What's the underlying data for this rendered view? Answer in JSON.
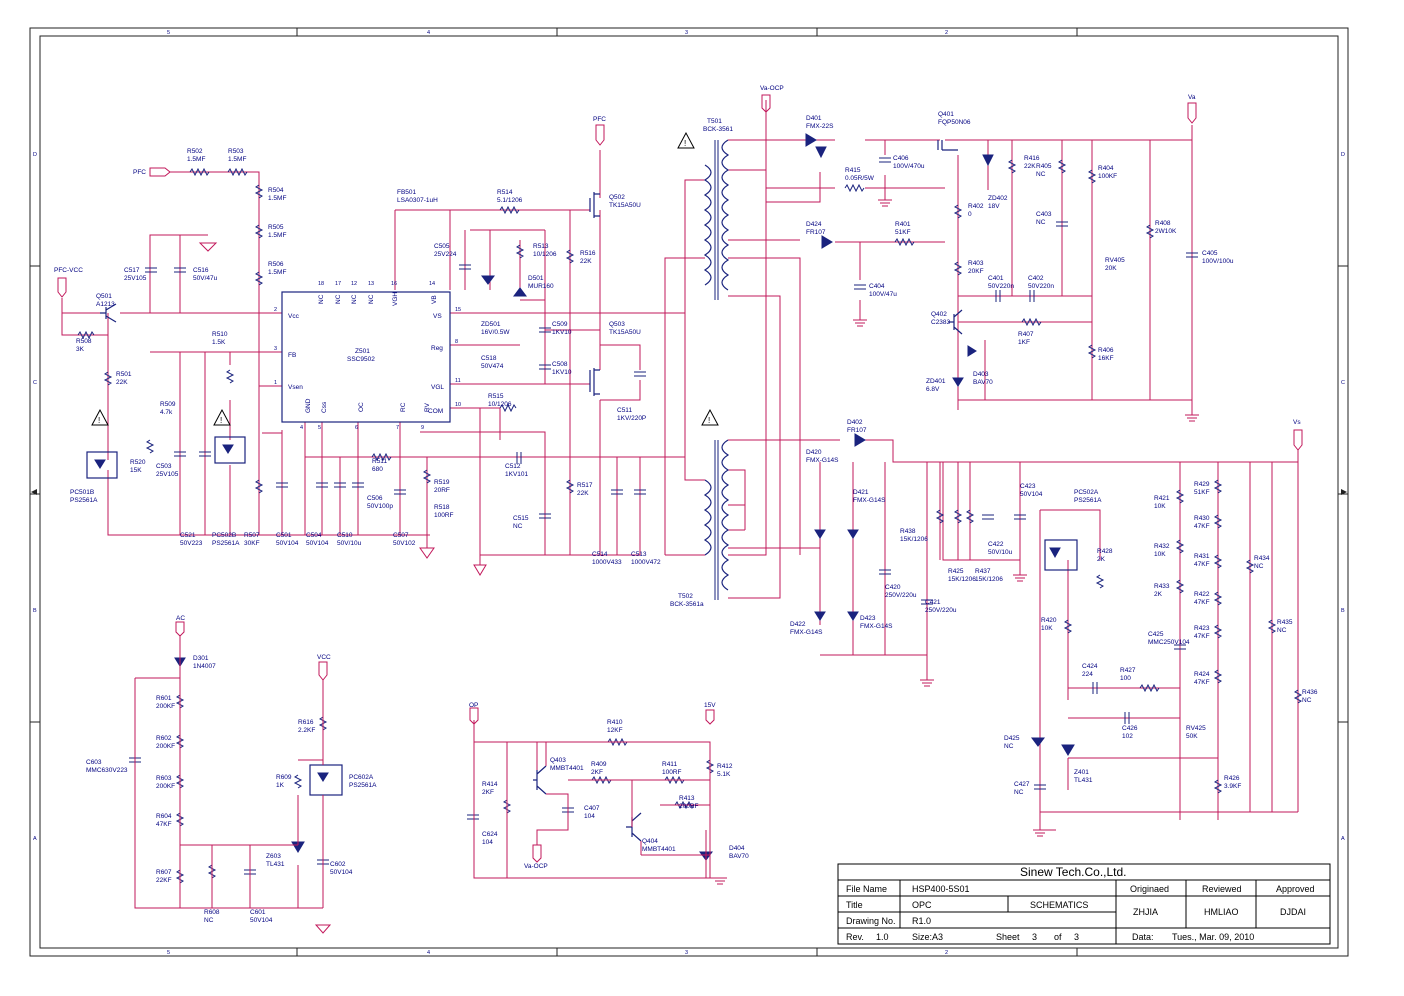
{
  "frame": {
    "zones_top": [
      "5",
      "4",
      "3",
      "2"
    ],
    "zones_bottom": [
      "5",
      "4",
      "3",
      "2"
    ],
    "zones_left": [
      "D",
      "C",
      "B",
      "A"
    ],
    "zones_right": [
      "D",
      "C",
      "B",
      "A"
    ]
  },
  "nets": {
    "pfc": "PFC",
    "pfc_vcc": "PFC-VCC",
    "va_ocp": "Va-OCP",
    "va": "Va",
    "vs": "Vs",
    "ac": "AC",
    "vcc": "VCC",
    "op": "OP",
    "v15": "15V",
    "va_ocp2": "Va-OCP"
  },
  "ic": {
    "ref": "Z501",
    "part": "SSC9502",
    "pins_left": [
      "Vcc",
      "FB",
      "Vsen"
    ],
    "pins_left_num": [
      "2",
      "3",
      "1"
    ],
    "pins_top": [
      "NC",
      "NC",
      "NC",
      "NC",
      "VGH",
      "VB"
    ],
    "pins_top_num": [
      "18",
      "17",
      "12",
      "13",
      "16",
      "14"
    ],
    "pins_right": [
      "VS",
      "Reg",
      "VGL",
      "COM"
    ],
    "pins_right_num": [
      "15",
      "8",
      "11",
      "10"
    ],
    "pins_bottom": [
      "GND",
      "Css",
      "OC",
      "RC",
      "RV"
    ],
    "pins_bottom_num": [
      "4",
      "5",
      "6",
      "7",
      "9"
    ]
  },
  "parts": [
    {
      "ref": "R502",
      "val": "1.5MF"
    },
    {
      "ref": "R503",
      "val": "1.5MF"
    },
    {
      "ref": "R504",
      "val": "1.5MF"
    },
    {
      "ref": "R505",
      "val": "1.5MF"
    },
    {
      "ref": "R506",
      "val": "1.5MF"
    },
    {
      "ref": "C517",
      "val": "25V105"
    },
    {
      "ref": "C516",
      "val": "50V/47u"
    },
    {
      "ref": "Q501",
      "val": "A1213"
    },
    {
      "ref": "R508",
      "val": "3K"
    },
    {
      "ref": "R501",
      "val": "22K"
    },
    {
      "ref": "R510",
      "val": "1.5K"
    },
    {
      "ref": "R509",
      "val": "4.7k"
    },
    {
      "ref": "PC501B",
      "val": "PS2561A"
    },
    {
      "ref": "R520",
      "val": "15K"
    },
    {
      "ref": "C503",
      "val": "25V105"
    },
    {
      "ref": "C521",
      "val": "50V223"
    },
    {
      "ref": "PC502B",
      "val": "PS2561A"
    },
    {
      "ref": "R507",
      "val": "30KF"
    },
    {
      "ref": "C501",
      "val": "50V104"
    },
    {
      "ref": "C504",
      "val": "50V104"
    },
    {
      "ref": "C510",
      "val": "50V/10u"
    },
    {
      "ref": "C507",
      "val": "50V102"
    },
    {
      "ref": "R511",
      "val": "680"
    },
    {
      "ref": "C506",
      "val": "50V100p"
    },
    {
      "ref": "R519",
      "val": "20RF"
    },
    {
      "ref": "R518",
      "val": "100RF"
    },
    {
      "ref": "FB501",
      "val": "LSA0307-1uH"
    },
    {
      "ref": "R514",
      "val": "5.1/1206"
    },
    {
      "ref": "C505",
      "val": "25V224"
    },
    {
      "ref": "R513",
      "val": "10/1206"
    },
    {
      "ref": "D501",
      "val": "MUR160"
    },
    {
      "ref": "ZD501",
      "val": "16V/0.5W"
    },
    {
      "ref": "C509",
      "val": "1KV10"
    },
    {
      "ref": "C518",
      "val": "50V474"
    },
    {
      "ref": "C508",
      "val": "1KV10"
    },
    {
      "ref": "R515",
      "val": "10/1206"
    },
    {
      "ref": "R516",
      "val": "22K"
    },
    {
      "ref": "Q502",
      "val": "TK15A50U"
    },
    {
      "ref": "Q503",
      "val": "TK15A50U"
    },
    {
      "ref": "C511",
      "val": "1KV/220P"
    },
    {
      "ref": "C512",
      "val": "1KV101"
    },
    {
      "ref": "R517",
      "val": "22K"
    },
    {
      "ref": "C515",
      "val": "NC"
    },
    {
      "ref": "C514",
      "val": "1000V433"
    },
    {
      "ref": "C513",
      "val": "1000V472"
    },
    {
      "ref": "T501",
      "val": "BCK-3561"
    },
    {
      "ref": "T502",
      "val": "BCK-3561a"
    },
    {
      "ref": "D401",
      "val": "FMX-22S"
    },
    {
      "ref": "R415",
      "val": "0.05R/5W"
    },
    {
      "ref": "C406",
      "val": "100V/470u"
    },
    {
      "ref": "D424",
      "val": "FR107"
    },
    {
      "ref": "R401",
      "val": "51KF"
    },
    {
      "ref": "C404",
      "val": "100V/47u"
    },
    {
      "ref": "Q401",
      "val": "FQP50N06"
    },
    {
      "ref": "ZD402",
      "val": "18V"
    },
    {
      "ref": "R402",
      "val": "0"
    },
    {
      "ref": "R416",
      "val": "22K"
    },
    {
      "ref": "R405",
      "val": "NC"
    },
    {
      "ref": "R404",
      "val": "100KF"
    },
    {
      "ref": "C403",
      "val": "NC"
    },
    {
      "ref": "RV405",
      "val": "20K"
    },
    {
      "ref": "R408",
      "val": "2W10K"
    },
    {
      "ref": "C405",
      "val": "100V/100u"
    },
    {
      "ref": "R403",
      "val": "20KF"
    },
    {
      "ref": "C401",
      "val": "50V220n"
    },
    {
      "ref": "C402",
      "val": "50V220n"
    },
    {
      "ref": "Q402",
      "val": "C2383"
    },
    {
      "ref": "R407",
      "val": "1KF"
    },
    {
      "ref": "R406",
      "val": "16KF"
    },
    {
      "ref": "D403",
      "val": "BAV70"
    },
    {
      "ref": "ZD401",
      "val": "6.8V"
    },
    {
      "ref": "D402",
      "val": "FR107"
    },
    {
      "ref": "D420",
      "val": "FMX-G14S"
    },
    {
      "ref": "D421",
      "val": "FMX-G14S"
    },
    {
      "ref": "D422",
      "val": "FMX-G14S"
    },
    {
      "ref": "D423",
      "val": "FMX-G14S"
    },
    {
      "ref": "R438",
      "val": "15K/1206"
    },
    {
      "ref": "C420",
      "val": "250V/220u"
    },
    {
      "ref": "C421",
      "val": "250V/220u"
    },
    {
      "ref": "R425",
      "val": "15K/1206"
    },
    {
      "ref": "R437",
      "val": "15K/1206"
    },
    {
      "ref": "C422",
      "val": "50V/10u"
    },
    {
      "ref": "C423",
      "val": "50V104"
    },
    {
      "ref": "PC502A",
      "val": "PS2561A"
    },
    {
      "ref": "R428",
      "val": "2K"
    },
    {
      "ref": "R421",
      "val": "10K"
    },
    {
      "ref": "R432",
      "val": "10K"
    },
    {
      "ref": "R433",
      "val": "2K"
    },
    {
      "ref": "R429",
      "val": "51KF"
    },
    {
      "ref": "R430",
      "val": "47KF"
    },
    {
      "ref": "R431",
      "val": "47KF"
    },
    {
      "ref": "R422",
      "val": "47KF"
    },
    {
      "ref": "R423",
      "val": "47KF"
    },
    {
      "ref": "R424",
      "val": "47KF"
    },
    {
      "ref": "R434",
      "val": "NC"
    },
    {
      "ref": "R435",
      "val": "NC"
    },
    {
      "ref": "R436",
      "val": "NC"
    },
    {
      "ref": "R420",
      "val": "10K"
    },
    {
      "ref": "C425",
      "val": "MMC250V104"
    },
    {
      "ref": "C424",
      "val": "224"
    },
    {
      "ref": "R427",
      "val": "100"
    },
    {
      "ref": "C426",
      "val": "102"
    },
    {
      "ref": "RV425",
      "val": "50K"
    },
    {
      "ref": "D425",
      "val": "NC"
    },
    {
      "ref": "C427",
      "val": "NC"
    },
    {
      "ref": "Z401",
      "val": "TL431"
    },
    {
      "ref": "R426",
      "val": "3.9KF"
    },
    {
      "ref": "D301",
      "val": "1N4007"
    },
    {
      "ref": "R601",
      "val": "200KF"
    },
    {
      "ref": "R602",
      "val": "200KF"
    },
    {
      "ref": "R603",
      "val": "200KF"
    },
    {
      "ref": "R604",
      "val": "47KF"
    },
    {
      "ref": "R607",
      "val": "22KF"
    },
    {
      "ref": "C603",
      "val": "MMC630V223"
    },
    {
      "ref": "R608",
      "val": "NC"
    },
    {
      "ref": "C601",
      "val": "50V104"
    },
    {
      "ref": "Z603",
      "val": "TL431"
    },
    {
      "ref": "R616",
      "val": "2.2KF"
    },
    {
      "ref": "R609",
      "val": "1K"
    },
    {
      "ref": "PC602A",
      "val": "PS2561A"
    },
    {
      "ref": "C602",
      "val": "50V104"
    },
    {
      "ref": "R410",
      "val": "12KF"
    },
    {
      "ref": "Q403",
      "val": "MMBT4401"
    },
    {
      "ref": "R409",
      "val": "2KF"
    },
    {
      "ref": "R411",
      "val": "100RF"
    },
    {
      "ref": "R412",
      "val": "5.1K"
    },
    {
      "ref": "R414",
      "val": "2KF"
    },
    {
      "ref": "C624",
      "val": "104"
    },
    {
      "ref": "C407",
      "val": "104"
    },
    {
      "ref": "R413",
      "val": "200RF"
    },
    {
      "ref": "Q404",
      "val": "MMBT4401"
    },
    {
      "ref": "D404",
      "val": "BAV70"
    }
  ],
  "title_block": {
    "company": "Sinew Tech.Co.,Ltd.",
    "file_name_label": "File Name",
    "file_name": "HSP400-5S01",
    "title_label": "Title",
    "title": "OPC",
    "doc_type": "SCHEMATICS",
    "drawing_no_label": "Drawing No.",
    "drawing_no": "R1.0",
    "rev_label": "Rev.",
    "rev": "1.0",
    "size_label": "Size:A3",
    "sheet_label": "Sheet",
    "sheet": "3",
    "of_label": "of",
    "of": "3",
    "originated_label": "Originaed",
    "reviewed_label": "Reviewed",
    "approved_label": "Approved",
    "originated": "ZHJIA",
    "reviewed": "HMLIAO",
    "approved": "DJDAI",
    "date_label": "Data:",
    "date": "Tues., Mar. 09, 2010"
  }
}
